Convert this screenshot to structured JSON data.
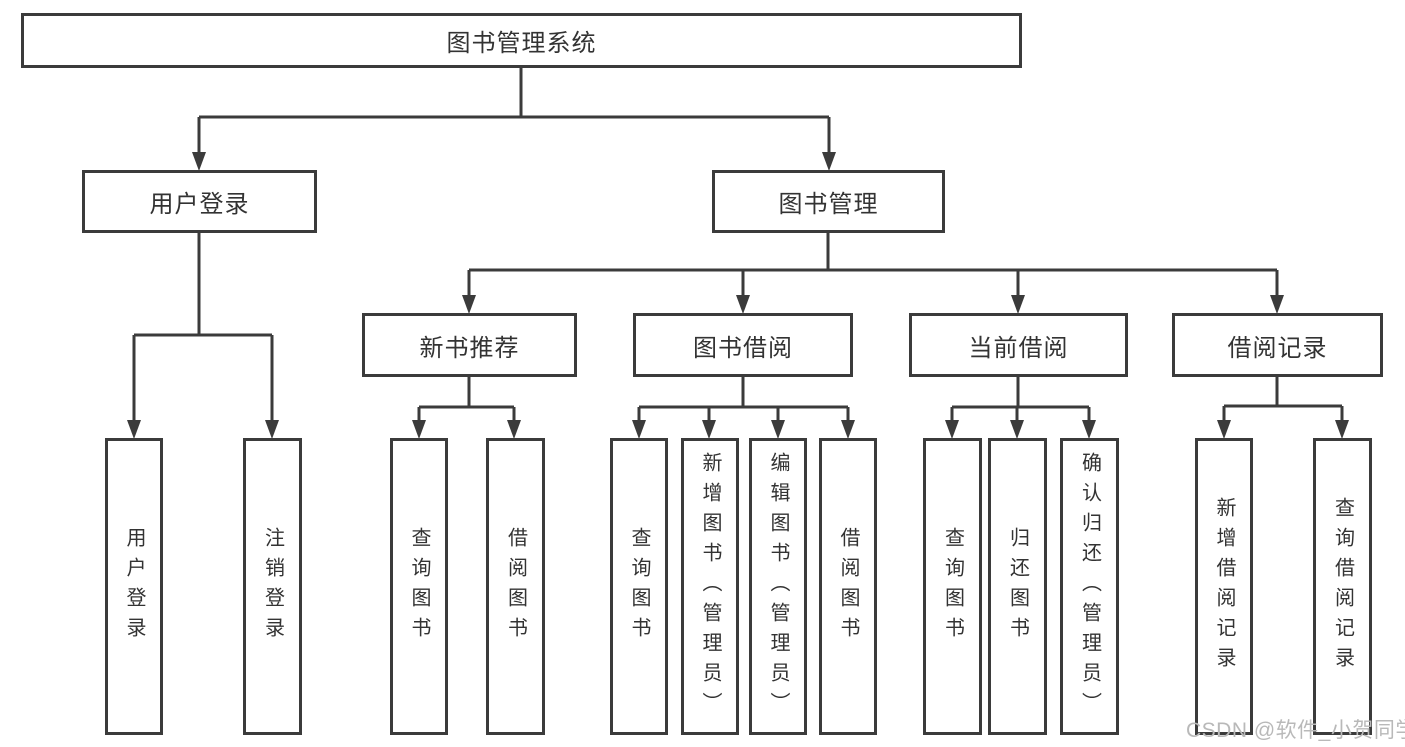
{
  "diagram": {
    "root": {
      "label": "图书管理系统"
    },
    "level2": [
      {
        "label": "用户登录",
        "children": [
          {
            "label": "用户登录"
          },
          {
            "label": "注销登录"
          }
        ]
      },
      {
        "label": "图书管理",
        "children": [
          {
            "label": "新书推荐",
            "children": [
              {
                "label": "查询图书"
              },
              {
                "label": "借阅图书"
              }
            ]
          },
          {
            "label": "图书借阅",
            "children": [
              {
                "label": "查询图书"
              },
              {
                "label": "新增图书（管理员）"
              },
              {
                "label": "编辑图书（管理员）"
              },
              {
                "label": "借阅图书"
              }
            ]
          },
          {
            "label": "当前借阅",
            "children": [
              {
                "label": "查询图书"
              },
              {
                "label": "归还图书"
              },
              {
                "label": "确认归还（管理员）"
              }
            ]
          },
          {
            "label": "借阅记录",
            "children": [
              {
                "label": "新增借阅记录"
              },
              {
                "label": "查询借阅记录"
              }
            ]
          }
        ]
      }
    ]
  },
  "watermark": {
    "text": "CSDN @软件_小贺同学"
  },
  "colors": {
    "line": "#3b3b3b",
    "text": "#333333",
    "watermark": "#b9b9b9",
    "background": "#ffffff"
  }
}
